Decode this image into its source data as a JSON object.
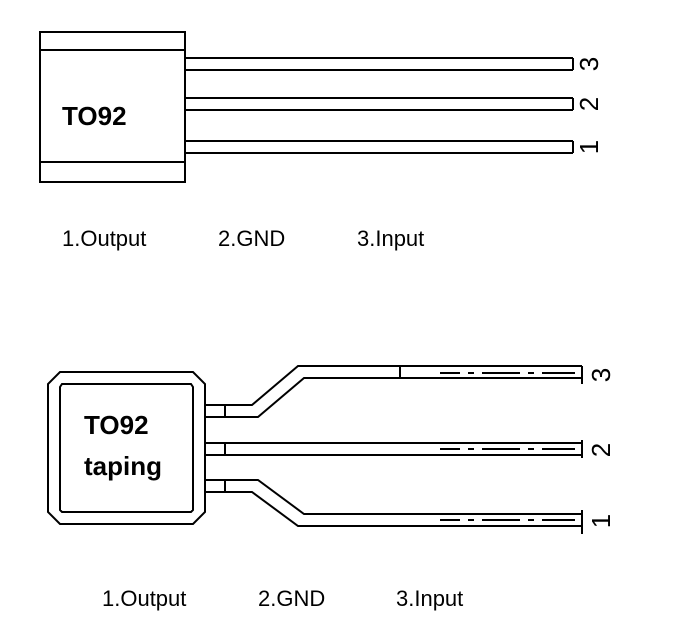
{
  "top": {
    "package_label": "TO92",
    "pin_numbers": [
      "3",
      "2",
      "1"
    ],
    "pin_functions": [
      "1.Output",
      "2.GND",
      "3.Input"
    ]
  },
  "bottom": {
    "package_label_line1": "TO92",
    "package_label_line2": "taping",
    "pin_numbers": [
      "3",
      "2",
      "1"
    ],
    "pin_functions": [
      "1.Output",
      "2.GND",
      "3.Input"
    ]
  }
}
